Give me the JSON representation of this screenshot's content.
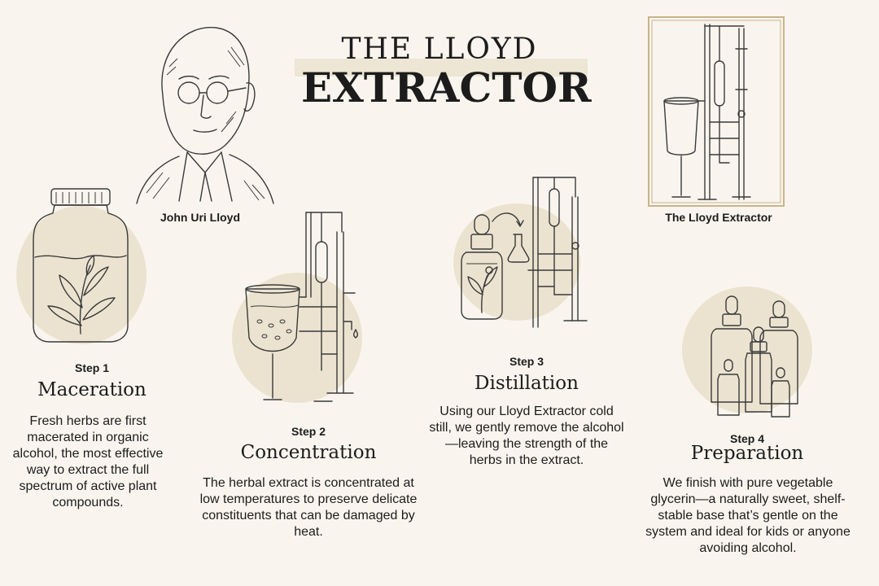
{
  "title": {
    "line1": "THE LLOYD",
    "line2": "EXTRACTOR"
  },
  "portrait_caption": "John Uri Lloyd",
  "extractor_caption": "The Lloyd Extractor",
  "steps": [
    {
      "label": "Step 1",
      "title": "Maceration",
      "text": "Fresh herbs are first macerated in organic alcohol, the most effective way to extract the full spectrum of active plant compounds."
    },
    {
      "label": "Step 2",
      "title": "Concentration",
      "text": "The herbal extract is concentrated at low temperatures to preserve delicate constituents that can be damaged by heat."
    },
    {
      "label": "Step 3",
      "title": "Distillation",
      "text": "Using our Lloyd Extractor cold still, we gently remove the alcohol—leaving the strength of the herbs in the extract."
    },
    {
      "label": "Step 4",
      "title": "Preparation",
      "text": "We finish with pure vegetable glycerin—a naturally sweet, shelf-stable base that’s gentle on the system and ideal for kids or anyone avoiding alcohol."
    }
  ],
  "colors": {
    "background": "#f9f5ee",
    "blob": "#ebe3d0",
    "frame": "#c9b48a",
    "ink": "#1c1c1c"
  }
}
